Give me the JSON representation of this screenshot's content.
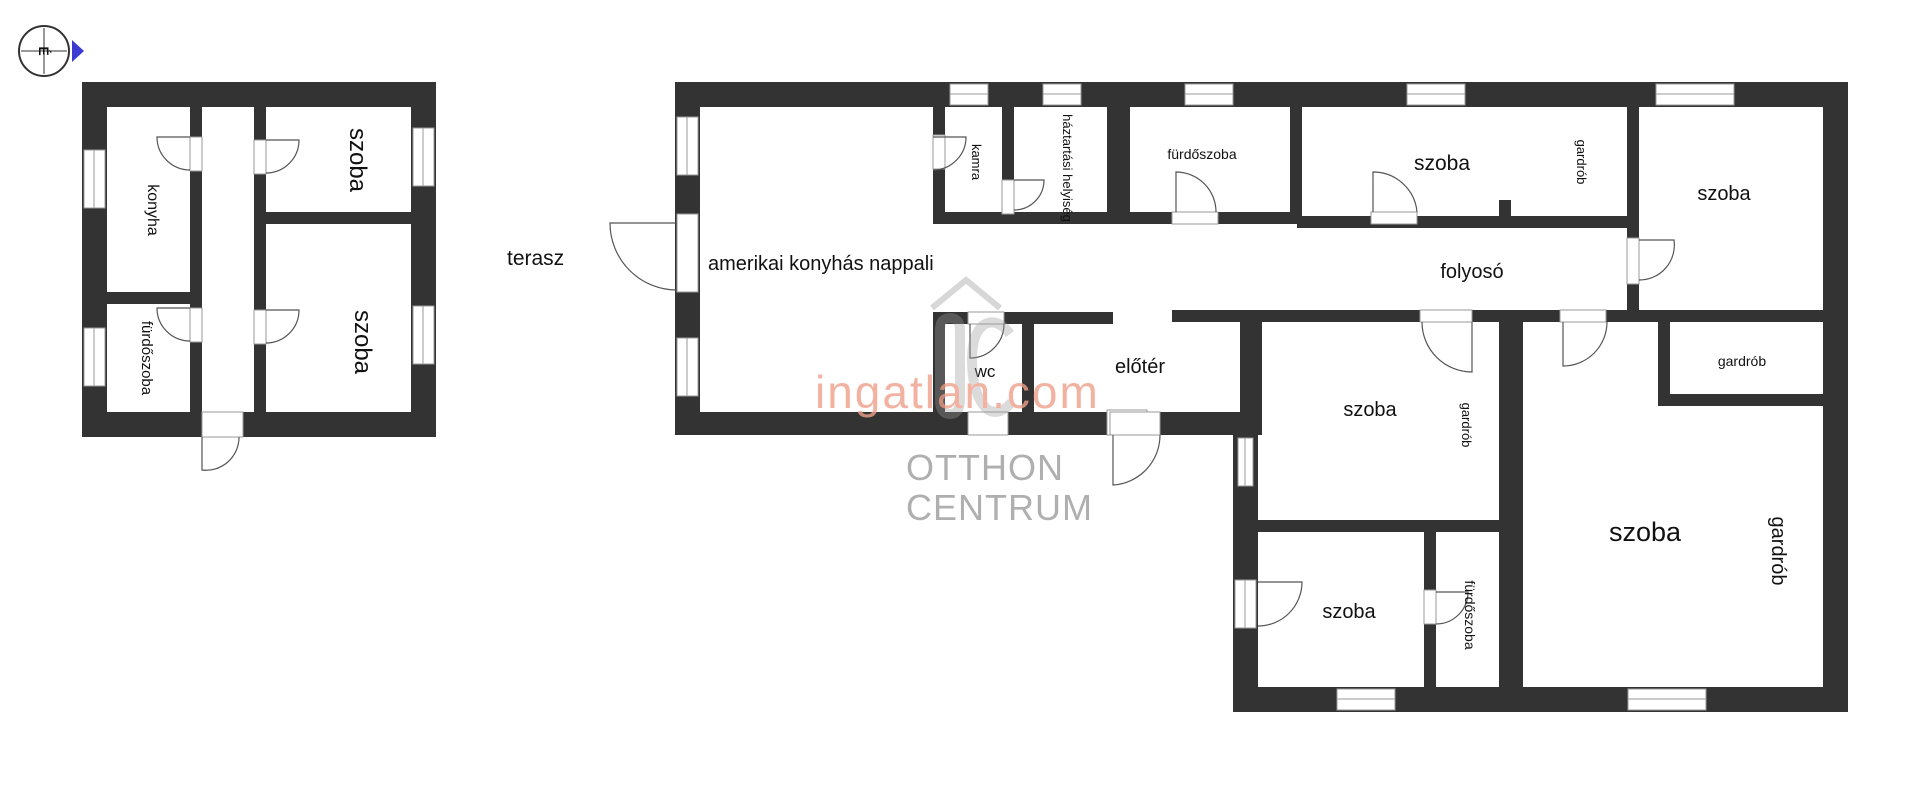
{
  "compass": {
    "letter": "É",
    "accent": "#3b3bd1"
  },
  "watermark": {
    "brand": "ingatlan.com",
    "line1": "OTTHON",
    "line2": "CENTRUM",
    "color_brand": "#f0a08a",
    "color_gray": "#9c9c9c"
  },
  "labels": {
    "left_konyha": "konyha",
    "left_szoba_top": "szoba",
    "left_furdoszoba": "fürdőszoba",
    "left_szoba_bottom": "szoba",
    "terasz": "terasz",
    "nappali": "amerikai konyhás nappali",
    "kamra": "kamra",
    "haztartasi": "háztartási helyiség",
    "furdoszoba_top": "fürdőszoba",
    "szoba_top_mid": "szoba",
    "gardrob_top_mid": "gardrób",
    "szoba_top_right": "szoba",
    "folyoso": "folyosó",
    "wc": "wc",
    "eloter": "előtér",
    "szoba_mid": "szoba",
    "gardrob_mid": "gardrób",
    "gardrob_right_small": "gardrób",
    "szoba_big": "szoba",
    "gardrob_big": "gardrób",
    "szoba_bottom": "szoba",
    "furdoszoba_bottom": "fürdőszoba"
  }
}
